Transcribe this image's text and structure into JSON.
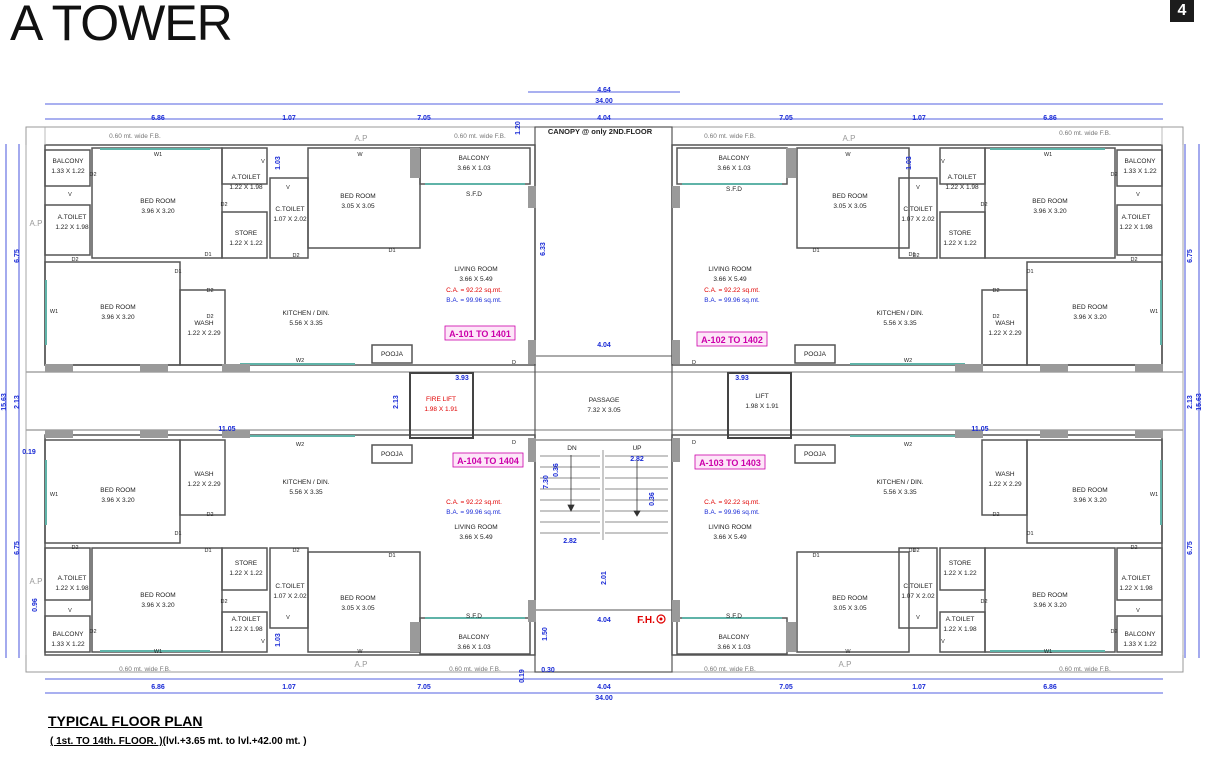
{
  "title": "A TOWER",
  "page_number": "4",
  "caption_main": "TYPICAL FLOOR PLAN",
  "caption_floors": "( 1st. TO 14th. FLOOR. )",
  "caption_level": "(lvl.+3.65 mt. to lvl.+42.00 mt. )",
  "colors": {
    "wall": "#555555",
    "column": "#9a9a9a",
    "unit_label": "#cc00aa",
    "carpet_area": "#e00000",
    "built_area": "#1a2bd6",
    "dim": "#1a2bd6",
    "fire": "#e00000"
  },
  "dims_top": {
    "overall": "34.00",
    "canopy": "4.64",
    "core": "4.04",
    "a": "6.86",
    "b": "1.07",
    "c": "7.05",
    "d": "7.05",
    "e": "1.07",
    "f": "6.86",
    "fb": "1.20"
  },
  "dims_bottom": {
    "overall": "34.00",
    "core": "4.04",
    "a": "6.86",
    "b": "1.07",
    "c": "7.05",
    "d": "7.05",
    "e": "1.07",
    "f": "6.86"
  },
  "dims_side": {
    "overall": "15.63",
    "upper": "6.75",
    "middle": "2.13",
    "lower": "6.75"
  },
  "dims_inner": {
    "d633": "6.33",
    "d404a": "4.04",
    "d393a": "3.93",
    "d393b": "3.93",
    "d213": "2.13",
    "d1105a": "11.05",
    "d1105b": "11.05",
    "d282a": "2.82",
    "d282b": "2.82",
    "d730": "7.30",
    "d036a": "0.36",
    "d036b": "0.36",
    "d201": "2.01",
    "d404b": "4.04",
    "d150": "1.50",
    "d019a": "0.19",
    "d019b": "0.19",
    "d030": "0.30",
    "d103a": "1.03",
    "d103b": "1.03",
    "d103c": "1.03",
    "d096": "0.96"
  },
  "canopy": "CANOPY @ only 2ND.FLOOR",
  "fb_strip": "0.60 mt. wide F.B.",
  "ap": "A.P",
  "units": [
    {
      "label": "A-101 TO 1401",
      "ca": "C.A. = 92.22 sq.mt.",
      "ba": "B.A. = 99.96 sq.mt."
    },
    {
      "label": "A-102 TO 1402",
      "ca": "C.A. = 92.22 sq.mt.",
      "ba": "B.A. = 99.96 sq.mt."
    },
    {
      "label": "A-104 TO 1404",
      "ca": "C.A. = 92.22 sq.mt.",
      "ba": "B.A. = 99.96 sq.mt."
    },
    {
      "label": "A-103 TO 1403",
      "ca": "C.A. = 92.22 sq.mt.",
      "ba": "B.A. = 99.96 sq.mt."
    }
  ],
  "rooms": {
    "balcony_small": {
      "name": "BALCONY",
      "size": "1.33 X 1.22"
    },
    "balcony_big": {
      "name": "BALCONY",
      "size": "3.66 X 1.03"
    },
    "bed_master": {
      "name": "BED ROOM",
      "size": "3.96 X 3.20"
    },
    "bed_2": {
      "name": "BED ROOM",
      "size": "3.05 X 3.05"
    },
    "bed_3": {
      "name": "BED ROOM",
      "size": "3.96 X 3.20"
    },
    "atoilet": {
      "name": "A.TOILET",
      "size": "1.22 X 1.98"
    },
    "ctoilet": {
      "name": "C.TOILET",
      "size": "1.07 X 2.02"
    },
    "store": {
      "name": "STORE",
      "size": "1.22 X 1.22"
    },
    "wash": {
      "name": "WASH",
      "size": "1.22 X 2.29"
    },
    "kitchen": {
      "name": "KITCHEN / DIN.",
      "size": "5.56 X 3.35"
    },
    "living": {
      "name": "LIVING ROOM",
      "size": "3.66 X 5.49"
    },
    "pooja": "POOJA",
    "sfd": "S.F.D",
    "passage": {
      "name": "PASSAGE",
      "size": "7.32 X 3.05"
    },
    "fire_lift": {
      "name": "FIRE LIFT",
      "size": "1.98 X 1.91"
    },
    "lift": {
      "name": "LIFT",
      "size": "1.98 X 1.91"
    },
    "dn": "DN",
    "up": "UP",
    "fh": "F.H."
  },
  "tags": {
    "w": "W",
    "w1": "W1",
    "w2": "W2",
    "d": "D",
    "d1": "D1",
    "d2": "D2",
    "v": "V",
    "ap": "A.P"
  }
}
